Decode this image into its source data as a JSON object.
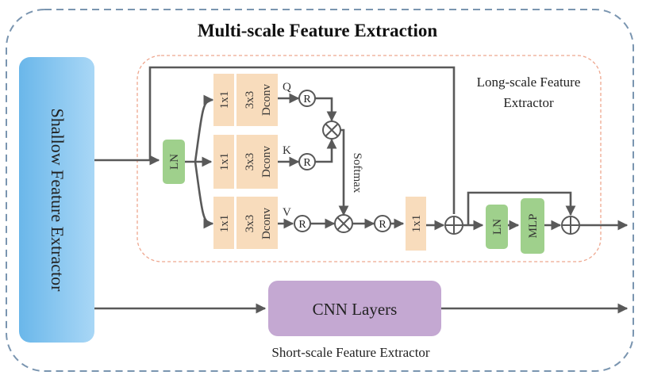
{
  "title": "Multi-scale Feature Extraction",
  "shallow": "Shallow Feature Extractor",
  "long_label": [
    "Long-scale Feature",
    "Extractor"
  ],
  "short_label": "Short-scale Feature Extractor",
  "cnn": "CNN Layers",
  "ln": "LN",
  "mlp": "MLP",
  "conv1": "1x1",
  "conv3": "3x3",
  "dconv": "Dconv",
  "q": "Q",
  "k": "K",
  "v": "V",
  "r": "R",
  "softmax": "Softmax",
  "colors": {
    "shallow": "#7cc0ec",
    "ln": "#9fd08c",
    "conv": "#f8dcbc",
    "cnn": "#c4a8d2",
    "outer_dash": "#7a95b0",
    "inner_dash": "#eea78f",
    "line": "#595959"
  }
}
